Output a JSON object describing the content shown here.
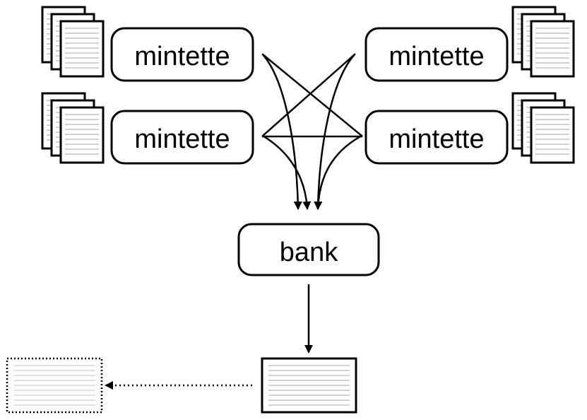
{
  "colors": {
    "stroke": "#000000",
    "background": "#ffffff",
    "page_lines": "#b8b8b8",
    "faded_page_lines": "#cfcfcf"
  },
  "nodes": {
    "mintette_top_left": {
      "label": "mintette"
    },
    "mintette_bottom_left": {
      "label": "mintette"
    },
    "mintette_top_right": {
      "label": "mintette"
    },
    "mintette_bottom_right": {
      "label": "mintette"
    },
    "bank": {
      "label": "bank"
    }
  },
  "icons": {
    "document_stack": "document-stack-icon",
    "ledger_page": "ledger-page-icon",
    "dotted_ledger_page": "dotted-ledger-page-icon"
  }
}
